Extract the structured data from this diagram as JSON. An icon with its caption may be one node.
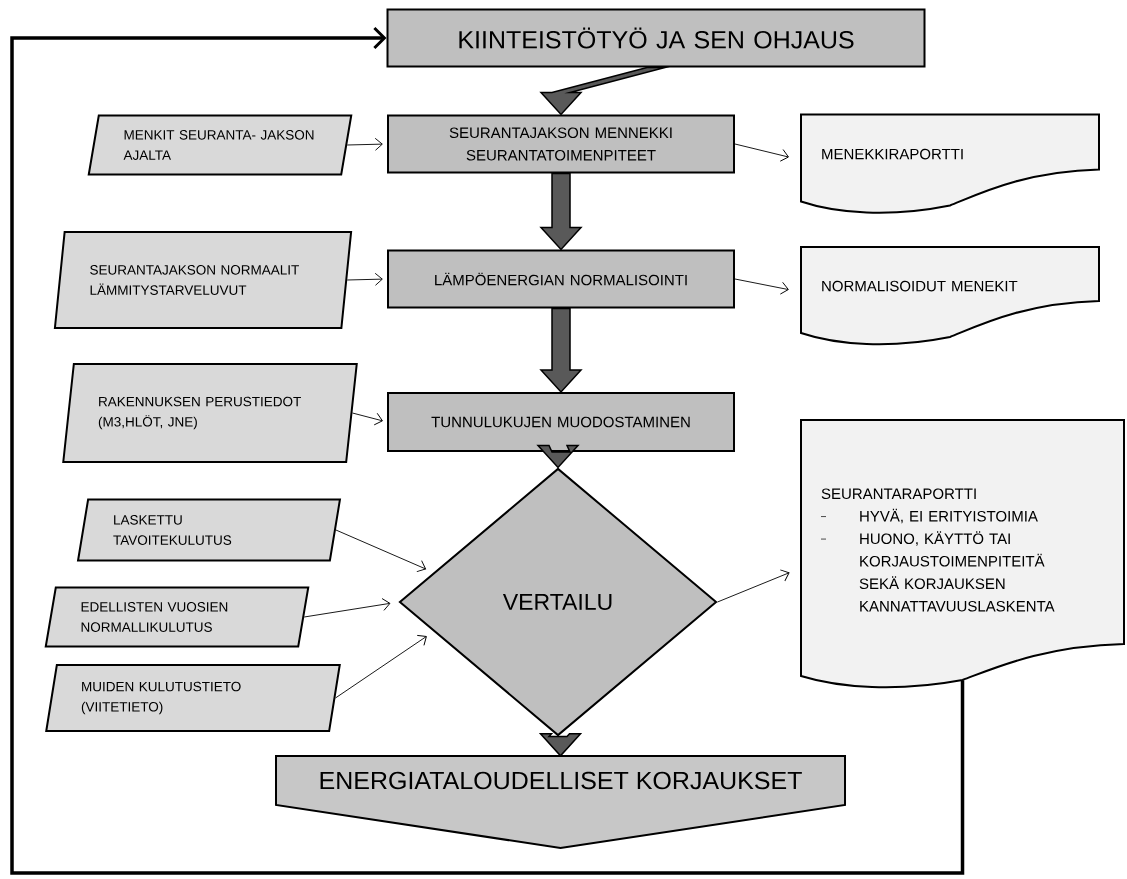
{
  "diagram": {
    "nodes": [
      {
        "text": [
          "KIINTEISTÖTYÖ JA SEN OHJAUS"
        ]
      },
      {
        "text": [
          "MENKIT SEURANTA- JAKSON AJALTA"
        ]
      },
      {
        "text": [
          "SEURANTAJAKSON MENNEKKI SEURANTATOIMENPITEET"
        ]
      },
      {
        "text": [
          "MENEKKIRAPORTTI"
        ]
      },
      {
        "text": [
          "SEURANTAJAKSON NORMAALIT LÄMMITYSTARVELUVUT"
        ]
      },
      {
        "text": [
          "LÄMPÖENERGIAN NORMALISOINTI"
        ]
      },
      {
        "text": [
          "NORMALISOIDUT MENEKIT"
        ]
      },
      {
        "text": [
          "RAKENNUKSEN PERUSTIEDOT (M3,HLÖT, JNE)"
        ]
      },
      {
        "text": [
          "TUNNULUKUJEN MUODOSTAMINEN"
        ]
      },
      {
        "text": [
          "LASKETTU TAVOITEKULUTUS"
        ]
      },
      {
        "text": [
          "EDELLISTEN VUOSIEN NORMALLIKULUTUS"
        ]
      },
      {
        "text": [
          "MUIDEN KULUTUSTIETO (VIITETIETO)"
        ]
      },
      {
        "text": [
          "VERTAILU"
        ]
      },
      {
        "text": [
          "SEURANTARAPORTTI",
          "HYVÄ, EI ERITYISTOIMIA",
          "HUONO, KÄYTTÖ TAI KORJAUSTOIMENPITEITÄ SEKÄ KORJAUKSEN KANNATTAVUUSLASKENTA"
        ]
      },
      {
        "text": [
          "ENERGIATALOUDELLISET KORJAUKSET"
        ]
      }
    ],
    "edges": [
      {
        "from": 0,
        "to": 2,
        "arrow": "to",
        "style": "thick",
        "color": "#595959"
      },
      {
        "from": 2,
        "to": 5,
        "arrow": "to",
        "style": "thick",
        "color": "#595959"
      },
      {
        "from": 5,
        "to": 8,
        "arrow": "to",
        "style": "thick",
        "color": "#595959"
      },
      {
        "from": 8,
        "to": 12,
        "arrow": "to",
        "style": "thick",
        "color": "#595959"
      },
      {
        "from": 12,
        "to": 14,
        "arrow": "to",
        "style": "thick",
        "color": "#595959"
      },
      {
        "from": 1,
        "to": 2,
        "arrow": "to"
      },
      {
        "from": 4,
        "to": 5,
        "arrow": "to"
      },
      {
        "from": 7,
        "to": 8,
        "arrow": "to"
      },
      {
        "from": 9,
        "to": 12,
        "arrow": "to"
      },
      {
        "from": 10,
        "to": 12,
        "arrow": "to"
      },
      {
        "from": 11,
        "to": 12,
        "arrow": "to"
      },
      {
        "from": 2,
        "to": 3,
        "arrow": "to"
      },
      {
        "from": 5,
        "to": 6,
        "arrow": "to"
      },
      {
        "from": 12,
        "to": 13,
        "arrow": "to"
      },
      {
        "from": 13,
        "to": 0,
        "arrow": "to",
        "style": "thick"
      }
    ]
  }
}
